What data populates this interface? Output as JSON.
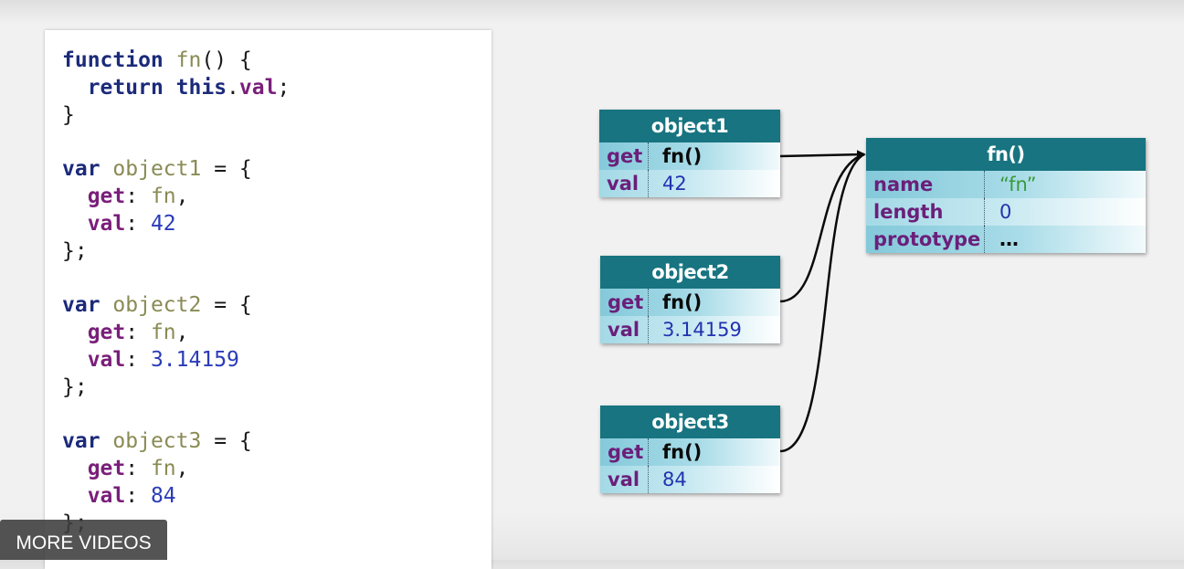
{
  "code": {
    "line1_kw": "function",
    "line1_name": "fn",
    "line1_rest": "() {",
    "line2_kw": "return",
    "line2_this": "this",
    "line2_dot": ".",
    "line2_prop": "val",
    "line2_end": ";",
    "line3": "}",
    "objects": [
      {
        "decl_kw": "var",
        "name": "object1",
        "open": " = {",
        "get_key": "get",
        "get_val": "fn",
        "val_key": "val",
        "val_val": "42",
        "close": "};"
      },
      {
        "decl_kw": "var",
        "name": "object2",
        "open": " = {",
        "get_key": "get",
        "get_val": "fn",
        "val_key": "val",
        "val_val": "3.14159",
        "close": "};"
      },
      {
        "decl_kw": "var",
        "name": "object3",
        "open": " = {",
        "get_key": "get",
        "get_val": "fn",
        "val_key": "val",
        "val_val": "84",
        "close": "};"
      }
    ]
  },
  "diagram": {
    "objects": [
      {
        "title": "object1",
        "rows": [
          {
            "key": "get",
            "value": "fn()"
          },
          {
            "key": "val",
            "value": "42"
          }
        ]
      },
      {
        "title": "object2",
        "rows": [
          {
            "key": "get",
            "value": "fn()"
          },
          {
            "key": "val",
            "value": "3.14159"
          }
        ]
      },
      {
        "title": "object3",
        "rows": [
          {
            "key": "get",
            "value": "fn()"
          },
          {
            "key": "val",
            "value": "84"
          }
        ]
      }
    ],
    "function": {
      "title": "fn()",
      "rows": [
        {
          "key": "name",
          "value": "“fn”"
        },
        {
          "key": "length",
          "value": "0"
        },
        {
          "key": "prototype",
          "value": "…"
        }
      ]
    }
  },
  "overlay": {
    "more_videos": "MORE VIDEOS"
  },
  "colors": {
    "header": "#177480",
    "key": "#6b1f7a",
    "number": "#2233b0",
    "string": "#3a9a3a"
  }
}
